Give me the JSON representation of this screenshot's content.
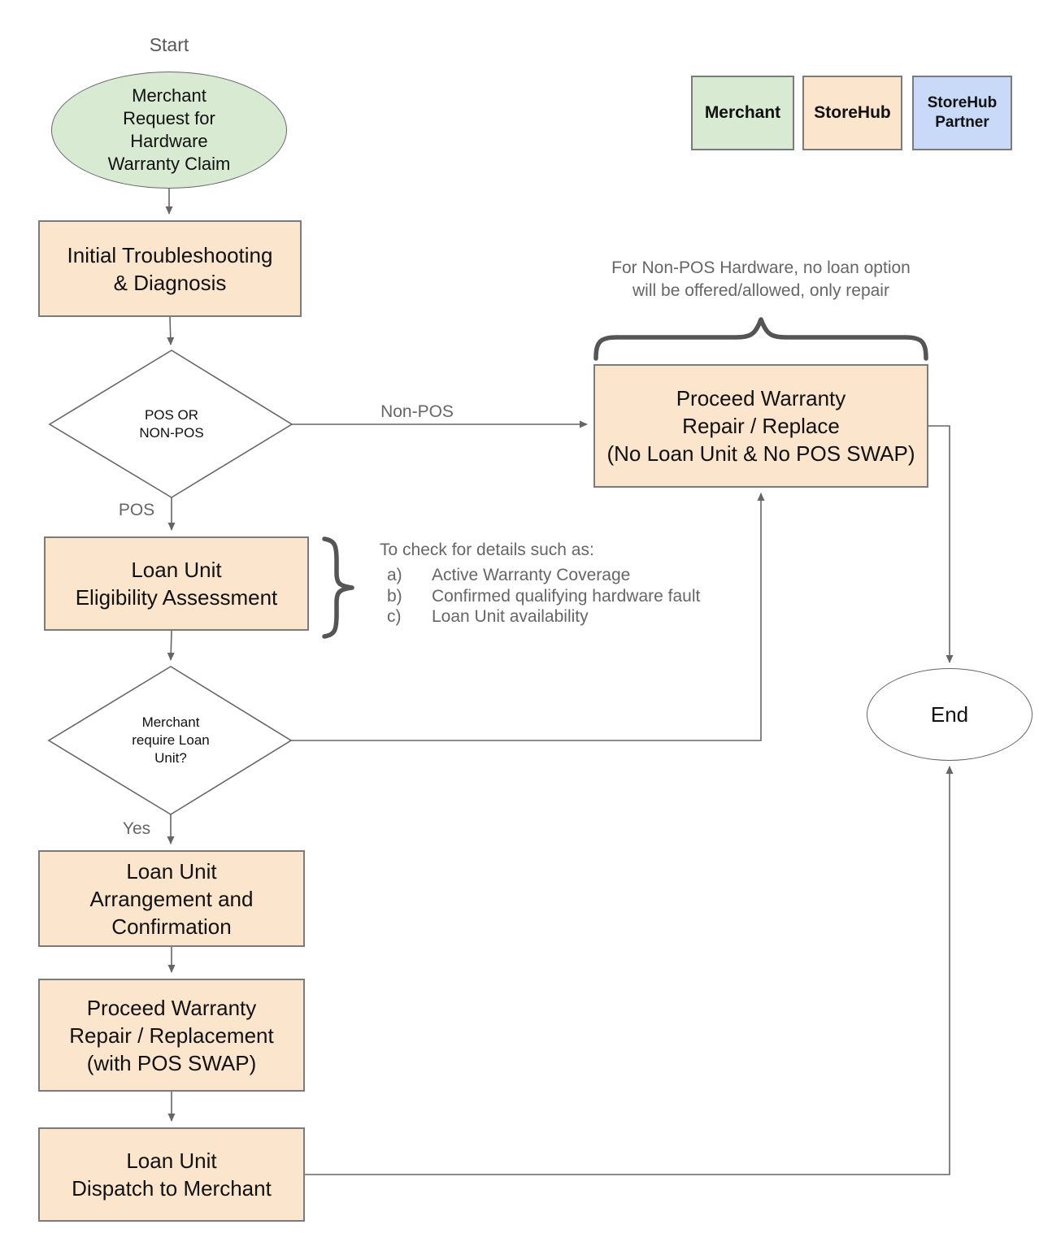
{
  "colors": {
    "merchant_green": "#d9ead3",
    "storehub_orange": "#fce5cd",
    "partner_blue": "#c9daf8",
    "line_gray": "#666666",
    "brace_gray": "#555555",
    "text_gray": "#666666",
    "text_black": "#111111"
  },
  "start_title": "Start",
  "legend": {
    "merchant": "Merchant",
    "storehub": "StoreHub",
    "partner": "StoreHub\nPartner"
  },
  "nodes": {
    "start": "Merchant\nRequest for\nHardware\nWarranty Claim",
    "initial_troubleshooting": "Initial Troubleshooting\n& Diagnosis",
    "pos_or_nonpos": "POS OR\nNON-POS",
    "proceed_nonpos": "Proceed Warranty\nRepair / Replace\n(No Loan Unit & No POS SWAP)",
    "eligibility": "Loan Unit\nEligibility Assessment",
    "require_loan": "Merchant\nrequire Loan\nUnit?",
    "arrangement": "Loan Unit\nArrangement and\nConfirmation",
    "proceed_pos": "Proceed Warranty\nRepair / Replacement\n(with POS SWAP)",
    "dispatch": "Loan Unit\nDispatch to Merchant",
    "end": "End"
  },
  "edge_labels": {
    "non_pos": "Non-POS",
    "pos": "POS",
    "yes": "Yes"
  },
  "notes": {
    "nonpos_note": "For Non-POS Hardware, no loan option\nwill be offered/allowed, only repair",
    "check_heading": "To check for details such as:",
    "check_items": [
      {
        "key": "a)",
        "text": "Active Warranty Coverage"
      },
      {
        "key": "b)",
        "text": "Confirmed qualifying hardware fault"
      },
      {
        "key": "c)",
        "text": "Loan Unit availability"
      }
    ]
  }
}
